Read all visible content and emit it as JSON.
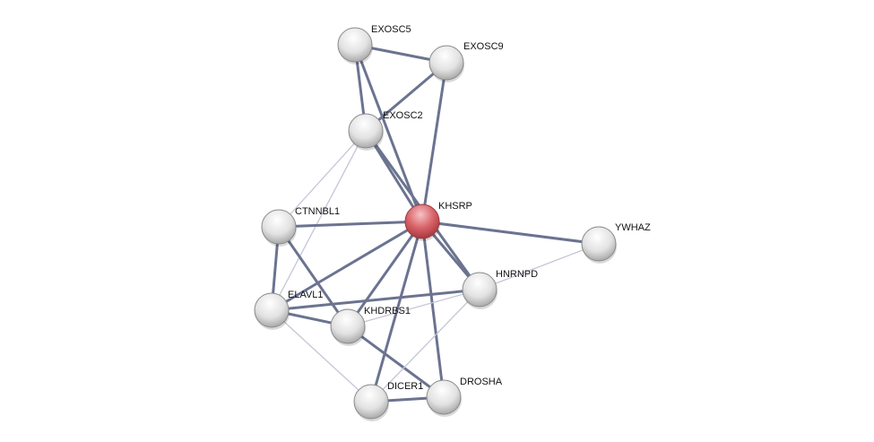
{
  "network": {
    "query_node": "KHSRP",
    "colors": {
      "query": "#d9646a",
      "node": "#e6e6e6",
      "edge_strong": "#6b7390",
      "edge_weak": "#c3c6d6"
    },
    "nodes": [
      {
        "id": "EXOSC5",
        "label": "EXOSC5"
      },
      {
        "id": "EXOSC9",
        "label": "EXOSC9"
      },
      {
        "id": "EXOSC2",
        "label": "EXOSC2"
      },
      {
        "id": "KHSRP",
        "label": "KHSRP"
      },
      {
        "id": "CTNNBL1",
        "label": "CTNNBL1"
      },
      {
        "id": "YWHAZ",
        "label": "YWHAZ"
      },
      {
        "id": "HNRNPD",
        "label": "HNRNPD"
      },
      {
        "id": "ELAVL1",
        "label": "ELAVL1"
      },
      {
        "id": "KHDRBS1",
        "label": "KHDRBS1"
      },
      {
        "id": "DICER1",
        "label": "DICER1"
      },
      {
        "id": "DROSHA",
        "label": "DROSHA"
      }
    ],
    "edges": [
      {
        "a": "EXOSC5",
        "b": "EXOSC9",
        "strength": "strong"
      },
      {
        "a": "EXOSC5",
        "b": "EXOSC2",
        "strength": "strong"
      },
      {
        "a": "EXOSC5",
        "b": "KHSRP",
        "strength": "strong"
      },
      {
        "a": "EXOSC9",
        "b": "EXOSC2",
        "strength": "strong"
      },
      {
        "a": "EXOSC9",
        "b": "KHSRP",
        "strength": "strong"
      },
      {
        "a": "EXOSC2",
        "b": "KHSRP",
        "strength": "strong"
      },
      {
        "a": "EXOSC2",
        "b": "HNRNPD",
        "strength": "strong"
      },
      {
        "a": "EXOSC2",
        "b": "CTNNBL1",
        "strength": "weak"
      },
      {
        "a": "EXOSC2",
        "b": "ELAVL1",
        "strength": "weak"
      },
      {
        "a": "KHSRP",
        "b": "CTNNBL1",
        "strength": "strong"
      },
      {
        "a": "KHSRP",
        "b": "YWHAZ",
        "strength": "strong"
      },
      {
        "a": "KHSRP",
        "b": "HNRNPD",
        "strength": "strong"
      },
      {
        "a": "KHSRP",
        "b": "ELAVL1",
        "strength": "strong"
      },
      {
        "a": "KHSRP",
        "b": "KHDRBS1",
        "strength": "strong"
      },
      {
        "a": "KHSRP",
        "b": "DICER1",
        "strength": "strong"
      },
      {
        "a": "KHSRP",
        "b": "DROSHA",
        "strength": "strong"
      },
      {
        "a": "CTNNBL1",
        "b": "ELAVL1",
        "strength": "strong"
      },
      {
        "a": "CTNNBL1",
        "b": "KHDRBS1",
        "strength": "strong"
      },
      {
        "a": "ELAVL1",
        "b": "HNRNPD",
        "strength": "strong"
      },
      {
        "a": "ELAVL1",
        "b": "KHDRBS1",
        "strength": "strong"
      },
      {
        "a": "ELAVL1",
        "b": "DICER1",
        "strength": "weak"
      },
      {
        "a": "KHDRBS1",
        "b": "DROSHA",
        "strength": "strong"
      },
      {
        "a": "KHDRBS1",
        "b": "HNRNPD",
        "strength": "weak"
      },
      {
        "a": "HNRNPD",
        "b": "YWHAZ",
        "strength": "weak"
      },
      {
        "a": "HNRNPD",
        "b": "DICER1",
        "strength": "weak"
      },
      {
        "a": "DICER1",
        "b": "DROSHA",
        "strength": "strong"
      }
    ]
  }
}
